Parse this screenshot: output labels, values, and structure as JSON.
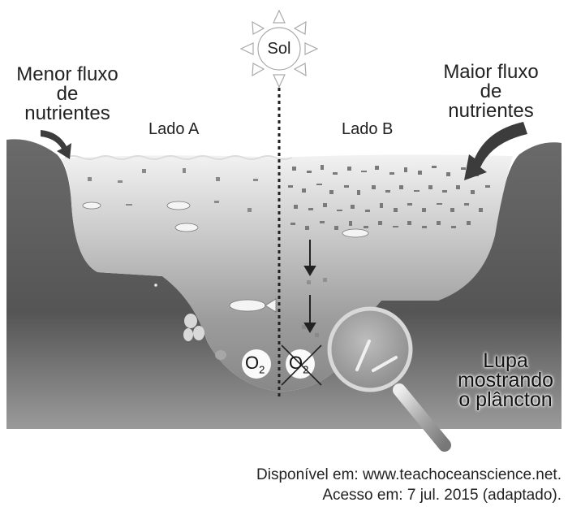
{
  "diagram": {
    "sun": {
      "label": "Sol",
      "icon": "sun-icon"
    },
    "left_annotation": {
      "lines": [
        "Menor fluxo",
        "de",
        "nutrientes"
      ]
    },
    "right_annotation": {
      "lines": [
        "Maior fluxo",
        "de",
        "nutrientes"
      ]
    },
    "side_a": {
      "label": "Lado A"
    },
    "side_b": {
      "label": "Lado B"
    },
    "oxygen_a": {
      "symbol": "O",
      "subscript": "2",
      "crossed": false
    },
    "oxygen_b": {
      "symbol": "O",
      "subscript": "2",
      "crossed": true
    },
    "magnifier": {
      "lines": [
        "Lupa",
        "mostrando",
        "o plâncton"
      ]
    },
    "colors": {
      "land": "#5a5a5a",
      "water_top": "#ececec",
      "water_bottom": "#8c8c8c",
      "arrow": "#3c3c3c",
      "divider": "#222222"
    }
  },
  "caption": {
    "line1": "Disponível em: www.teachoceanscience.net.",
    "line2": "Acesso em: 7 jul. 2015 (adaptado)."
  }
}
